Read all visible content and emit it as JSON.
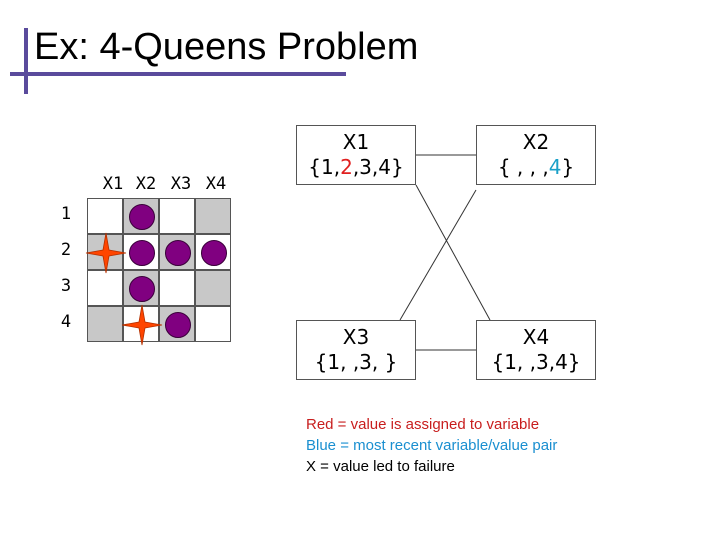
{
  "slide": {
    "title": "Ex: 4-Queens Problem",
    "accent_color": "#5a4b9c"
  },
  "board": {
    "columns": [
      "X1",
      "X2",
      "X3",
      "X4"
    ],
    "rows": [
      "1",
      "2",
      "3",
      "4"
    ],
    "queen_color": "#800080",
    "failure_marker_color": "#ff4500",
    "queens": [
      {
        "col": 2,
        "row": 1
      },
      {
        "col": 2,
        "row": 2
      },
      {
        "col": 3,
        "row": 2
      },
      {
        "col": 4,
        "row": 2
      },
      {
        "col": 2,
        "row": 3
      },
      {
        "col": 3,
        "row": 4
      }
    ],
    "failure_markers": [
      {
        "col": 1,
        "row": 2
      },
      {
        "col": 2,
        "row": 4
      }
    ]
  },
  "graph": {
    "nodes": [
      {
        "id": "x1",
        "name": "X1",
        "domain_open": "{",
        "domain_failed": "1",
        "domain_sep": ",",
        "domain_assigned": "2",
        "domain_rest": ",3,4}"
      },
      {
        "id": "x2",
        "name": "X2",
        "domain_text": "{ , , ,",
        "domain_recent": "4",
        "domain_close": "}"
      },
      {
        "id": "x3",
        "name": "X3",
        "domain_text": "{1, ,3, }"
      },
      {
        "id": "x4",
        "name": "X4",
        "domain_text": "{1, ,3,4}"
      }
    ]
  },
  "legend": {
    "line1": "Red = value is assigned to variable",
    "line2": "Blue = most recent variable/value pair",
    "line3": "X = value led to failure"
  }
}
